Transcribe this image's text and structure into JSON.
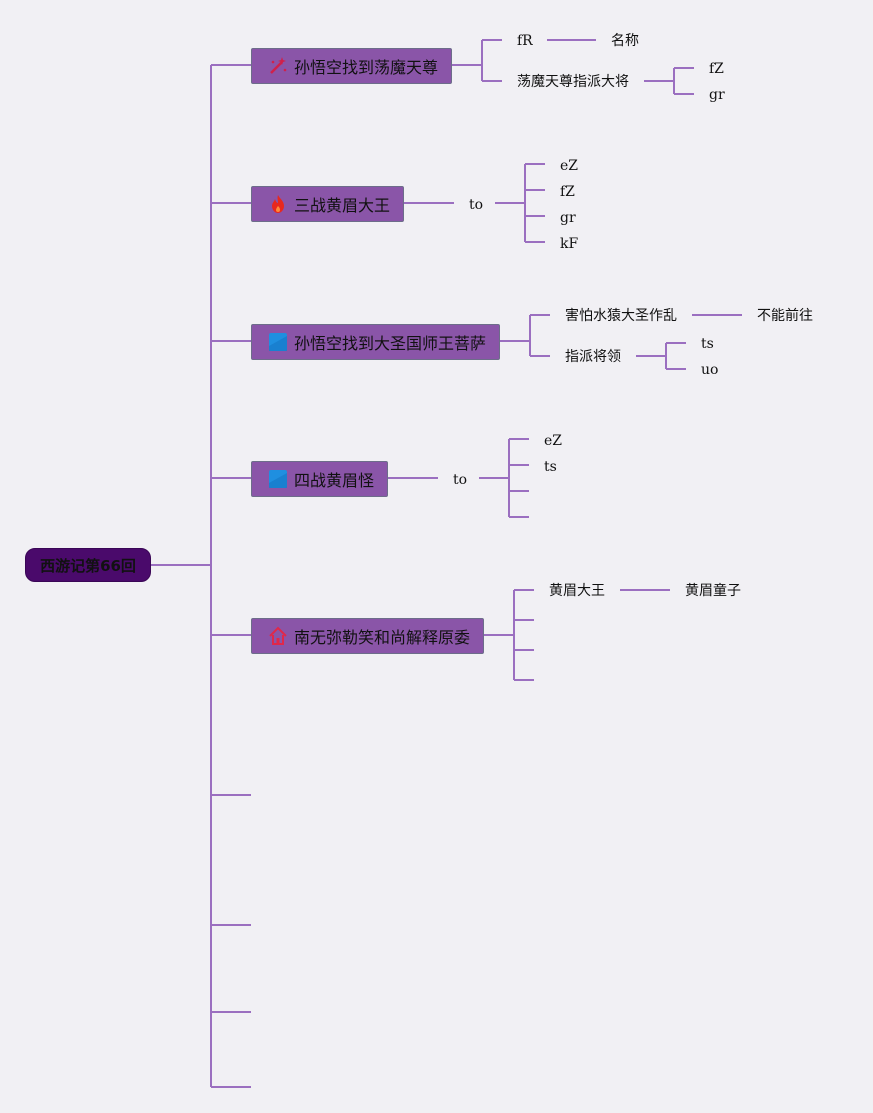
{
  "root": {
    "label": "西游记第66回"
  },
  "branches": [
    {
      "label": "孙悟空找到荡魔天尊",
      "icon": "magic-wand-icon",
      "children": [
        {
          "label": "fR",
          "child": "名称"
        },
        {
          "label": "荡魔天尊指派大将",
          "children": [
            "fZ",
            "gr"
          ]
        }
      ]
    },
    {
      "label": "三战黄眉大王",
      "icon": "fire-icon",
      "children": [
        {
          "label": "to",
          "children": [
            "eZ",
            "fZ",
            "gr",
            "kF"
          ]
        }
      ]
    },
    {
      "label": "孙悟空找到大圣国师王菩萨",
      "icon": "flag-icon",
      "children": [
        {
          "label": "害怕水猿大圣作乱",
          "child": "不能前往"
        },
        {
          "label": "指派将领",
          "children": [
            "ts",
            "uo"
          ]
        }
      ]
    },
    {
      "label": "四战黄眉怪",
      "icon": "flag-icon",
      "children": [
        {
          "label": "to",
          "children": [
            "eZ",
            "ts"
          ]
        }
      ]
    },
    {
      "label": "南无弥勒笑和尚解释原委",
      "icon": "house-icon",
      "children": [
        {
          "label": "黄眉大王",
          "child": "黄眉童子"
        }
      ]
    }
  ],
  "colors": {
    "line": "#9b6fc0",
    "node": "#8a55a8",
    "root": "#4a0a6b",
    "background": "#f1f0f4"
  }
}
